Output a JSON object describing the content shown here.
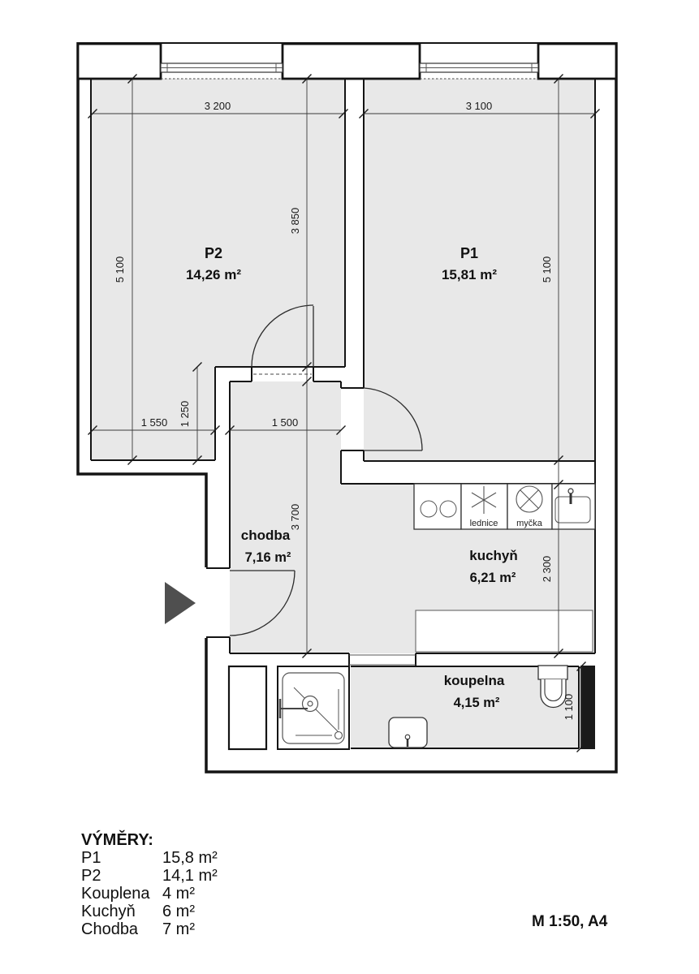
{
  "rooms": {
    "p2": {
      "name": "P2",
      "area": "14,26 m²"
    },
    "p1": {
      "name": "P1",
      "area": "15,81 m²"
    },
    "chodba": {
      "name": "chodba",
      "area": "7,16 m²"
    },
    "kuchyn": {
      "name": "kuchyň",
      "area": "6,21 m²"
    },
    "koupelna": {
      "name": "koupelna",
      "area": "4,15 m²"
    }
  },
  "dimensions_mm": {
    "p2_width": "3 200",
    "p1_width": "3 100",
    "p2_left_height": "5 100",
    "p2_inner_height": "3 850",
    "p1_right_height": "5 100",
    "p2_nook_width": "1 550",
    "p2_nook_height": "1 250",
    "chodba_width": "1 500",
    "chodba_height": "3 700",
    "kuchyn_height": "2 300",
    "koupelna_height": "1 100"
  },
  "appliances": {
    "fridge_label": "lednice",
    "dishwasher_label": "myčka"
  },
  "legend": {
    "title": "VÝMĚRY:",
    "rows": [
      {
        "label": "P1",
        "value": "15,8 m²"
      },
      {
        "label": "P2",
        "value": "14,1 m²"
      },
      {
        "label": "Kouplena",
        "value": "4 m²"
      },
      {
        "label": "Kuchyň",
        "value": "6 m²"
      },
      {
        "label": "Chodba",
        "value": "7 m²"
      }
    ]
  },
  "title_block": {
    "scale_format": "M 1:50, A4"
  },
  "colors": {
    "floor": "#e8e8e8",
    "wall_line": "#141414",
    "arrow": "#4f4f4f"
  }
}
